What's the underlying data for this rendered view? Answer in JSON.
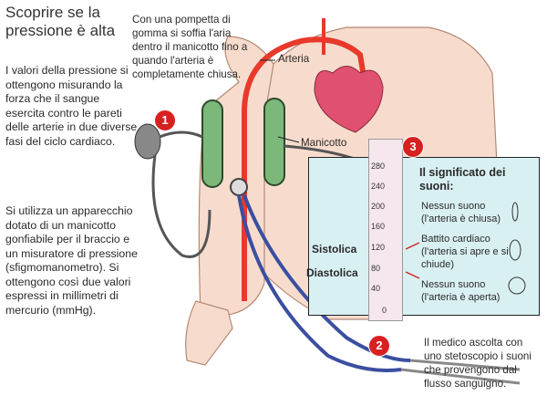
{
  "title": "Scoprire se la pressione è alta",
  "intro": "I valori della pressione si ottengono misurando la forza che il sangue esercita contro le pareti delle arterie in due diverse fasi del ciclo cardiaco.",
  "intro2": "Si utilizza un apparecchio dotato di un manicotto gonfiabile per il braccio e un misuratore di pressione (sfigmomanometro). Si ottengono così due valori espressi in millimetri di mercurio (mmHg).",
  "step1_note": "Con una pompetta di gomma si soffia l'aria dentro il manicotto fino a quando l'arteria è completamente chiusa.",
  "step2_note": "Il medico ascolta con uno stetoscopio i suoni che provengono dal flusso sanguigno.",
  "labels": {
    "arteria": "Arteria",
    "manicotto": "Manicotto",
    "sistolica": "Sistolica",
    "diastolica": "Diastolica"
  },
  "steps": [
    "1",
    "2",
    "3"
  ],
  "gauge": {
    "ticks": [
      "280",
      "240",
      "200",
      "160",
      "120",
      "80",
      "40",
      "0"
    ],
    "systolic_mmHg": 120,
    "diastolic_mmHg": 80
  },
  "legend": {
    "title": "Il significato dei suoni:",
    "items": [
      {
        "label": "Nessun suono (l'arteria è chiusa)"
      },
      {
        "label": "Battito cardiaco (l'arteria si apre e si chiude)"
      },
      {
        "label": "Nessun suono (l'arteria è aperta)"
      }
    ]
  },
  "colors": {
    "artery": "#e8392a",
    "cuff": "#7cb87a",
    "panel": "#d9f0f3",
    "badge": "#d82020",
    "tube": "#3a4fa0"
  }
}
